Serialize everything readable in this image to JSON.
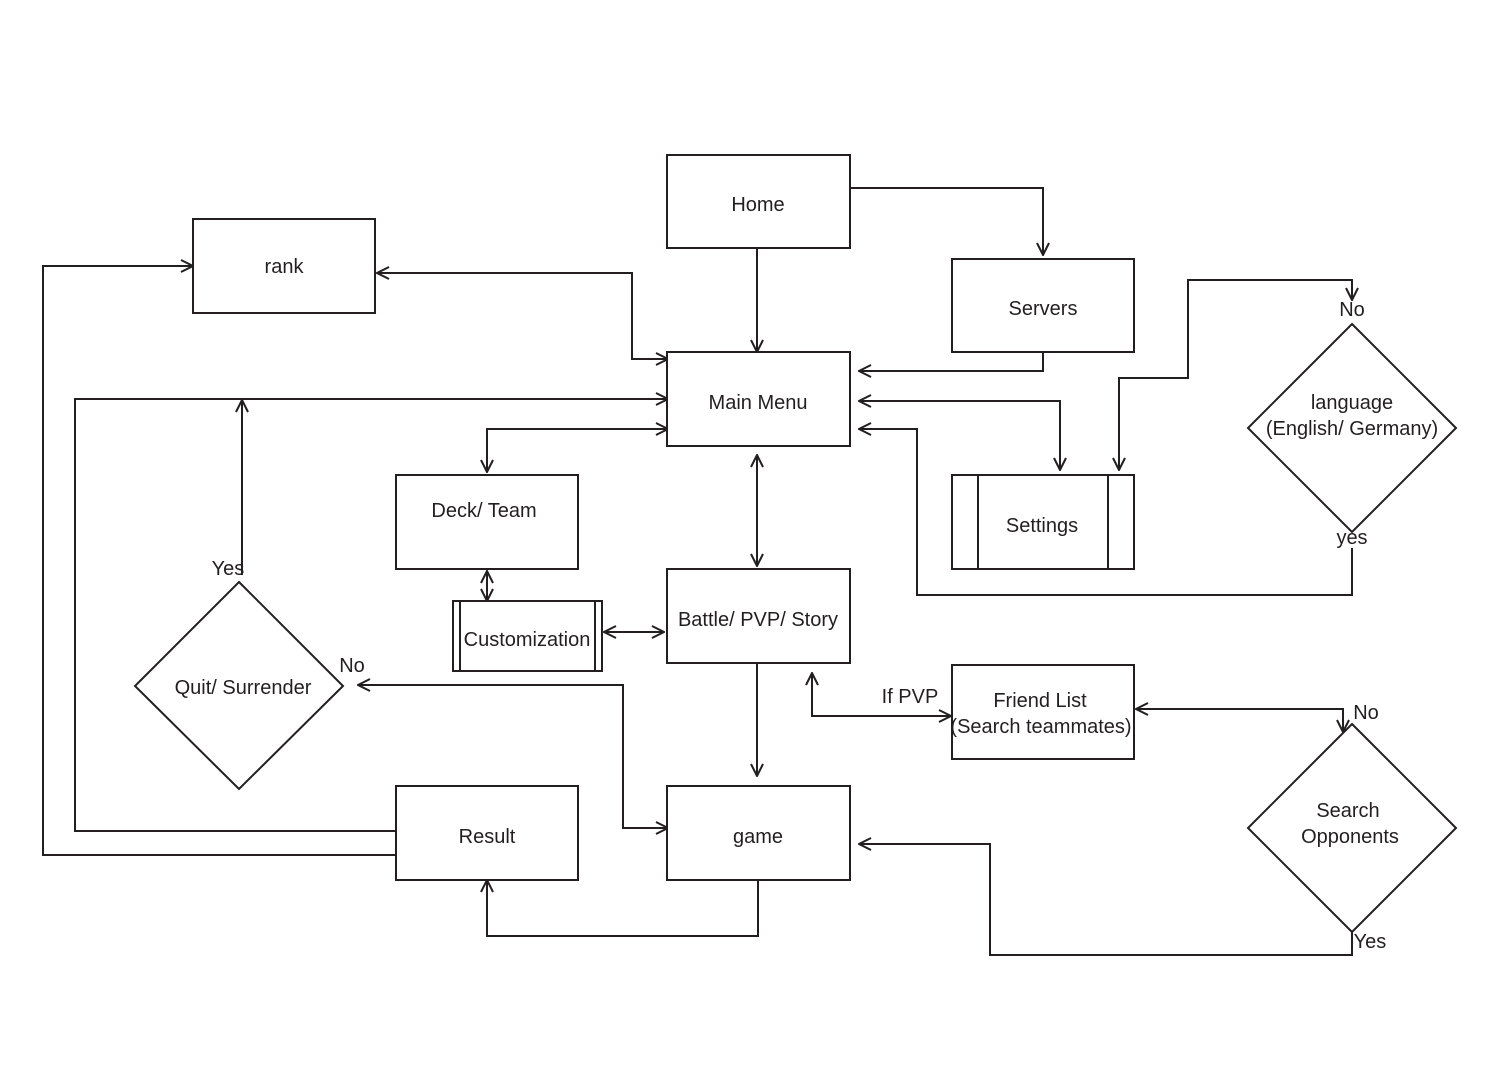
{
  "colors": {
    "stroke": "#231f20",
    "background": "#ffffff"
  },
  "nodes": {
    "home": "Home",
    "servers": "Servers",
    "rank": "rank",
    "main_menu": "Main Menu",
    "deck_team": "Deck/ Team",
    "settings": "Settings",
    "language_1": "language",
    "language_2": "(English/ Germany)",
    "customization": "Customization",
    "battle": "Battle/ PVP/ Story",
    "quit_surrender": "Quit/ Surrender",
    "friend_list_1": "Friend List",
    "friend_list_2": "(Search teammates)",
    "result": "Result",
    "game": "game",
    "search_opponents_1": "Search",
    "search_opponents_2": "Opponents"
  },
  "edge_labels": {
    "language_no": "No",
    "language_yes": "yes",
    "quit_yes": "Yes",
    "quit_no": "No",
    "if_pvp": "If PVP",
    "search_no": "No",
    "search_yes": "Yes"
  }
}
